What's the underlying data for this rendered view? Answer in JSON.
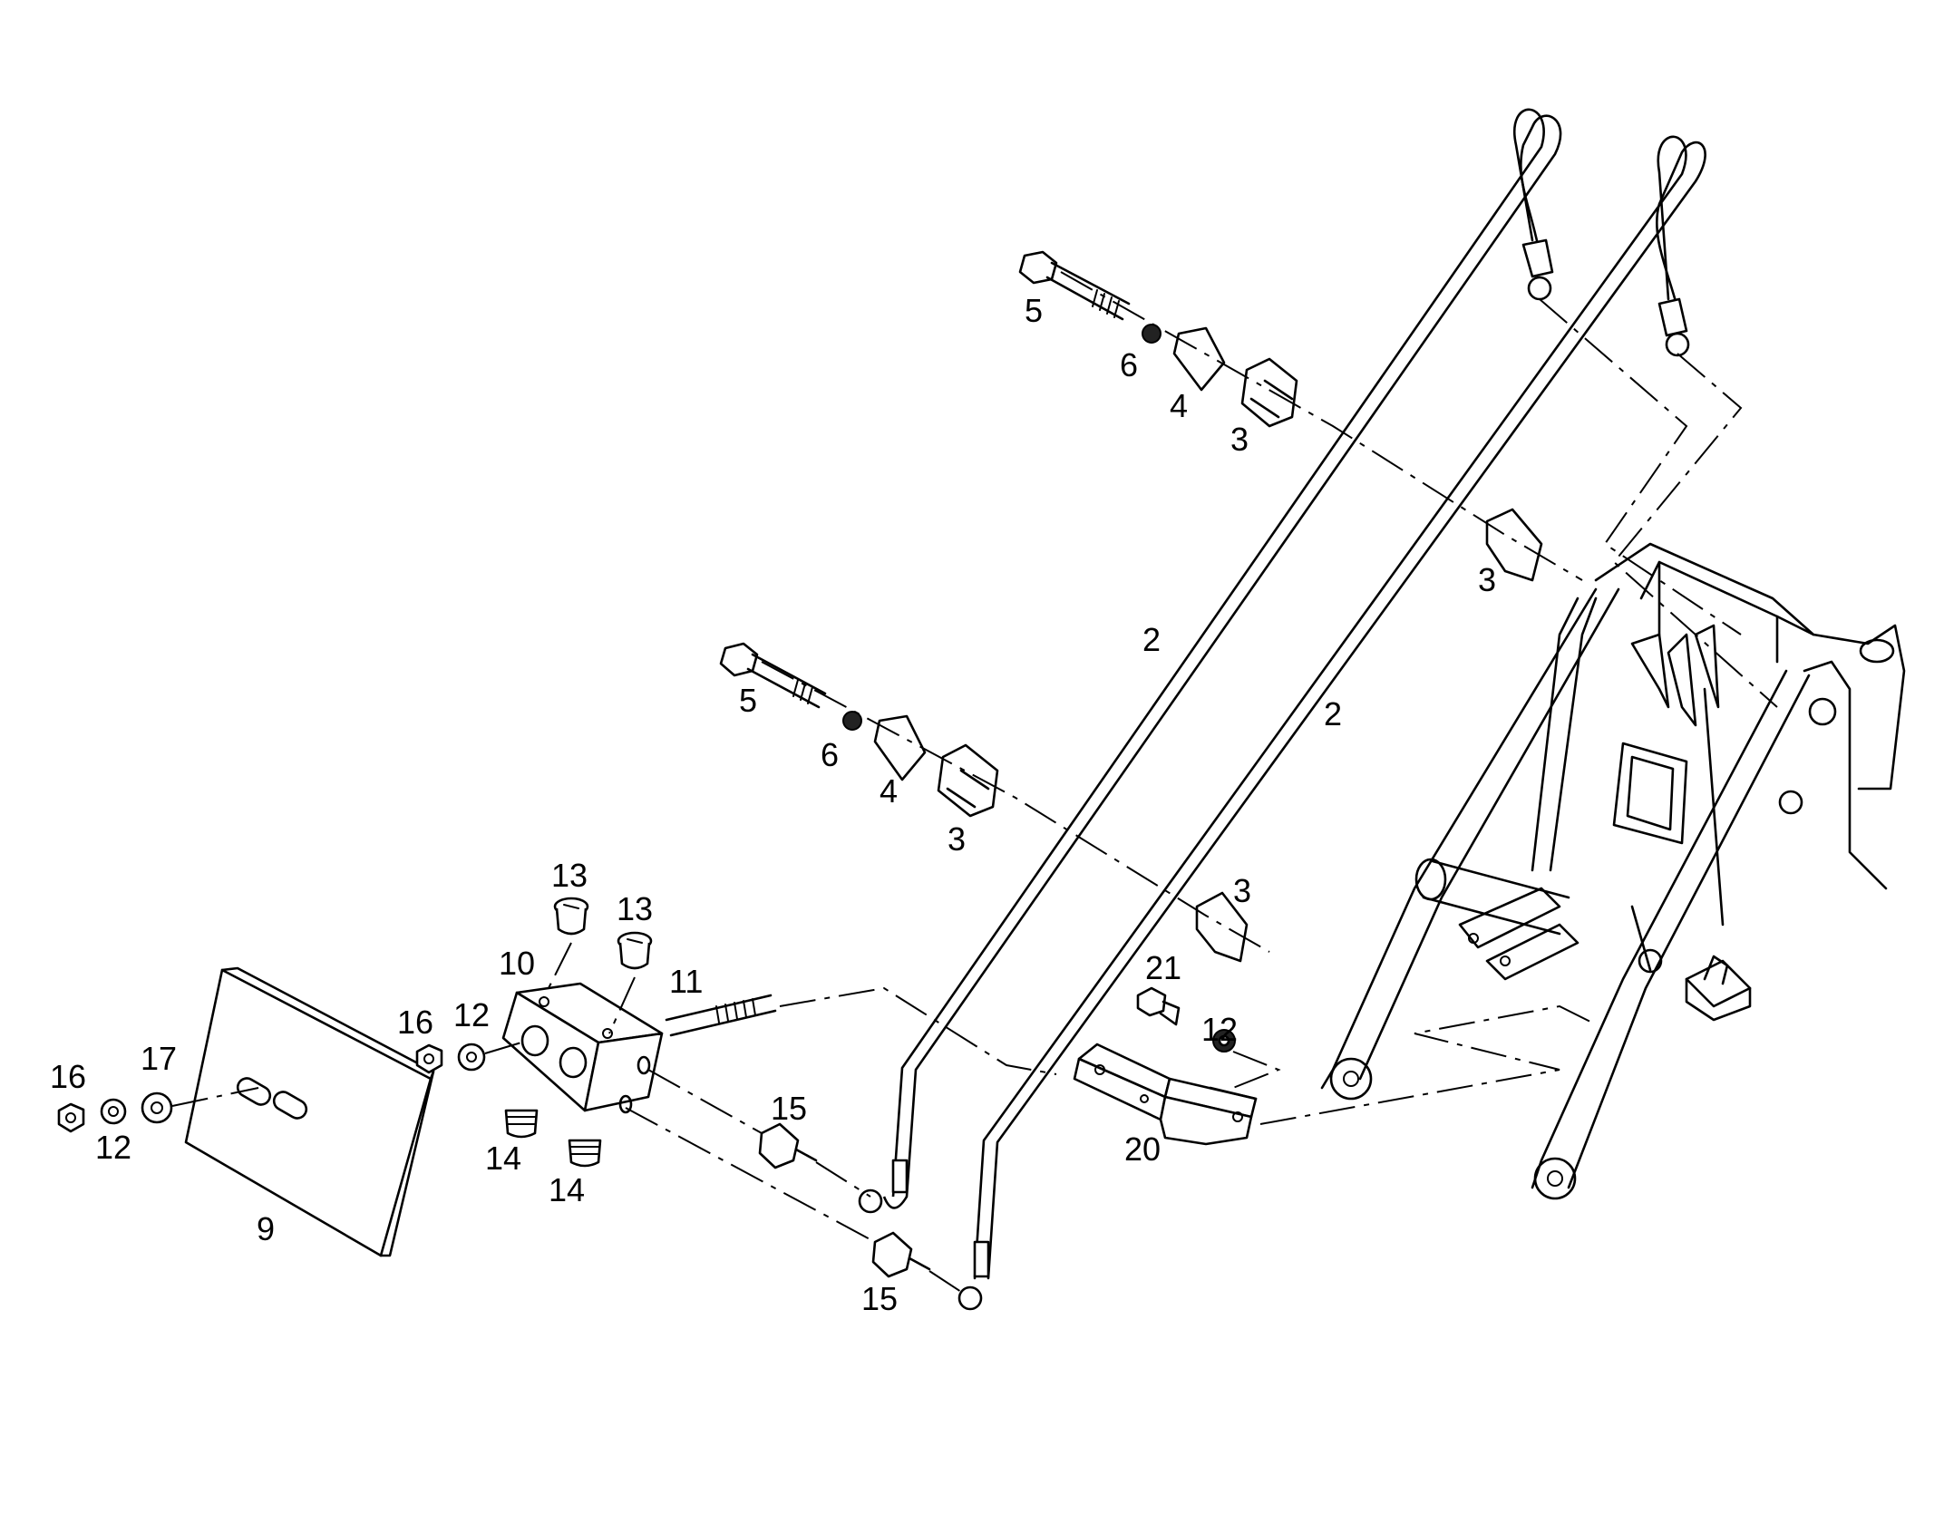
{
  "callouts": {
    "c2a": "2",
    "c2b": "2",
    "c3a": "3",
    "c3b": "3",
    "c3c": "3",
    "c3d": "3",
    "c4a": "4",
    "c4b": "4",
    "c5a": "5",
    "c5b": "5",
    "c6a": "6",
    "c6b": "6",
    "c9": "9",
    "c10": "10",
    "c11": "11",
    "c12a": "12",
    "c12b": "12",
    "c12c": "12",
    "c13a": "13",
    "c13b": "13",
    "c14a": "14",
    "c14b": "14",
    "c15a": "15",
    "c15b": "15",
    "c16a": "16",
    "c16b": "16",
    "c17": "17",
    "c20": "20",
    "c21": "21"
  }
}
